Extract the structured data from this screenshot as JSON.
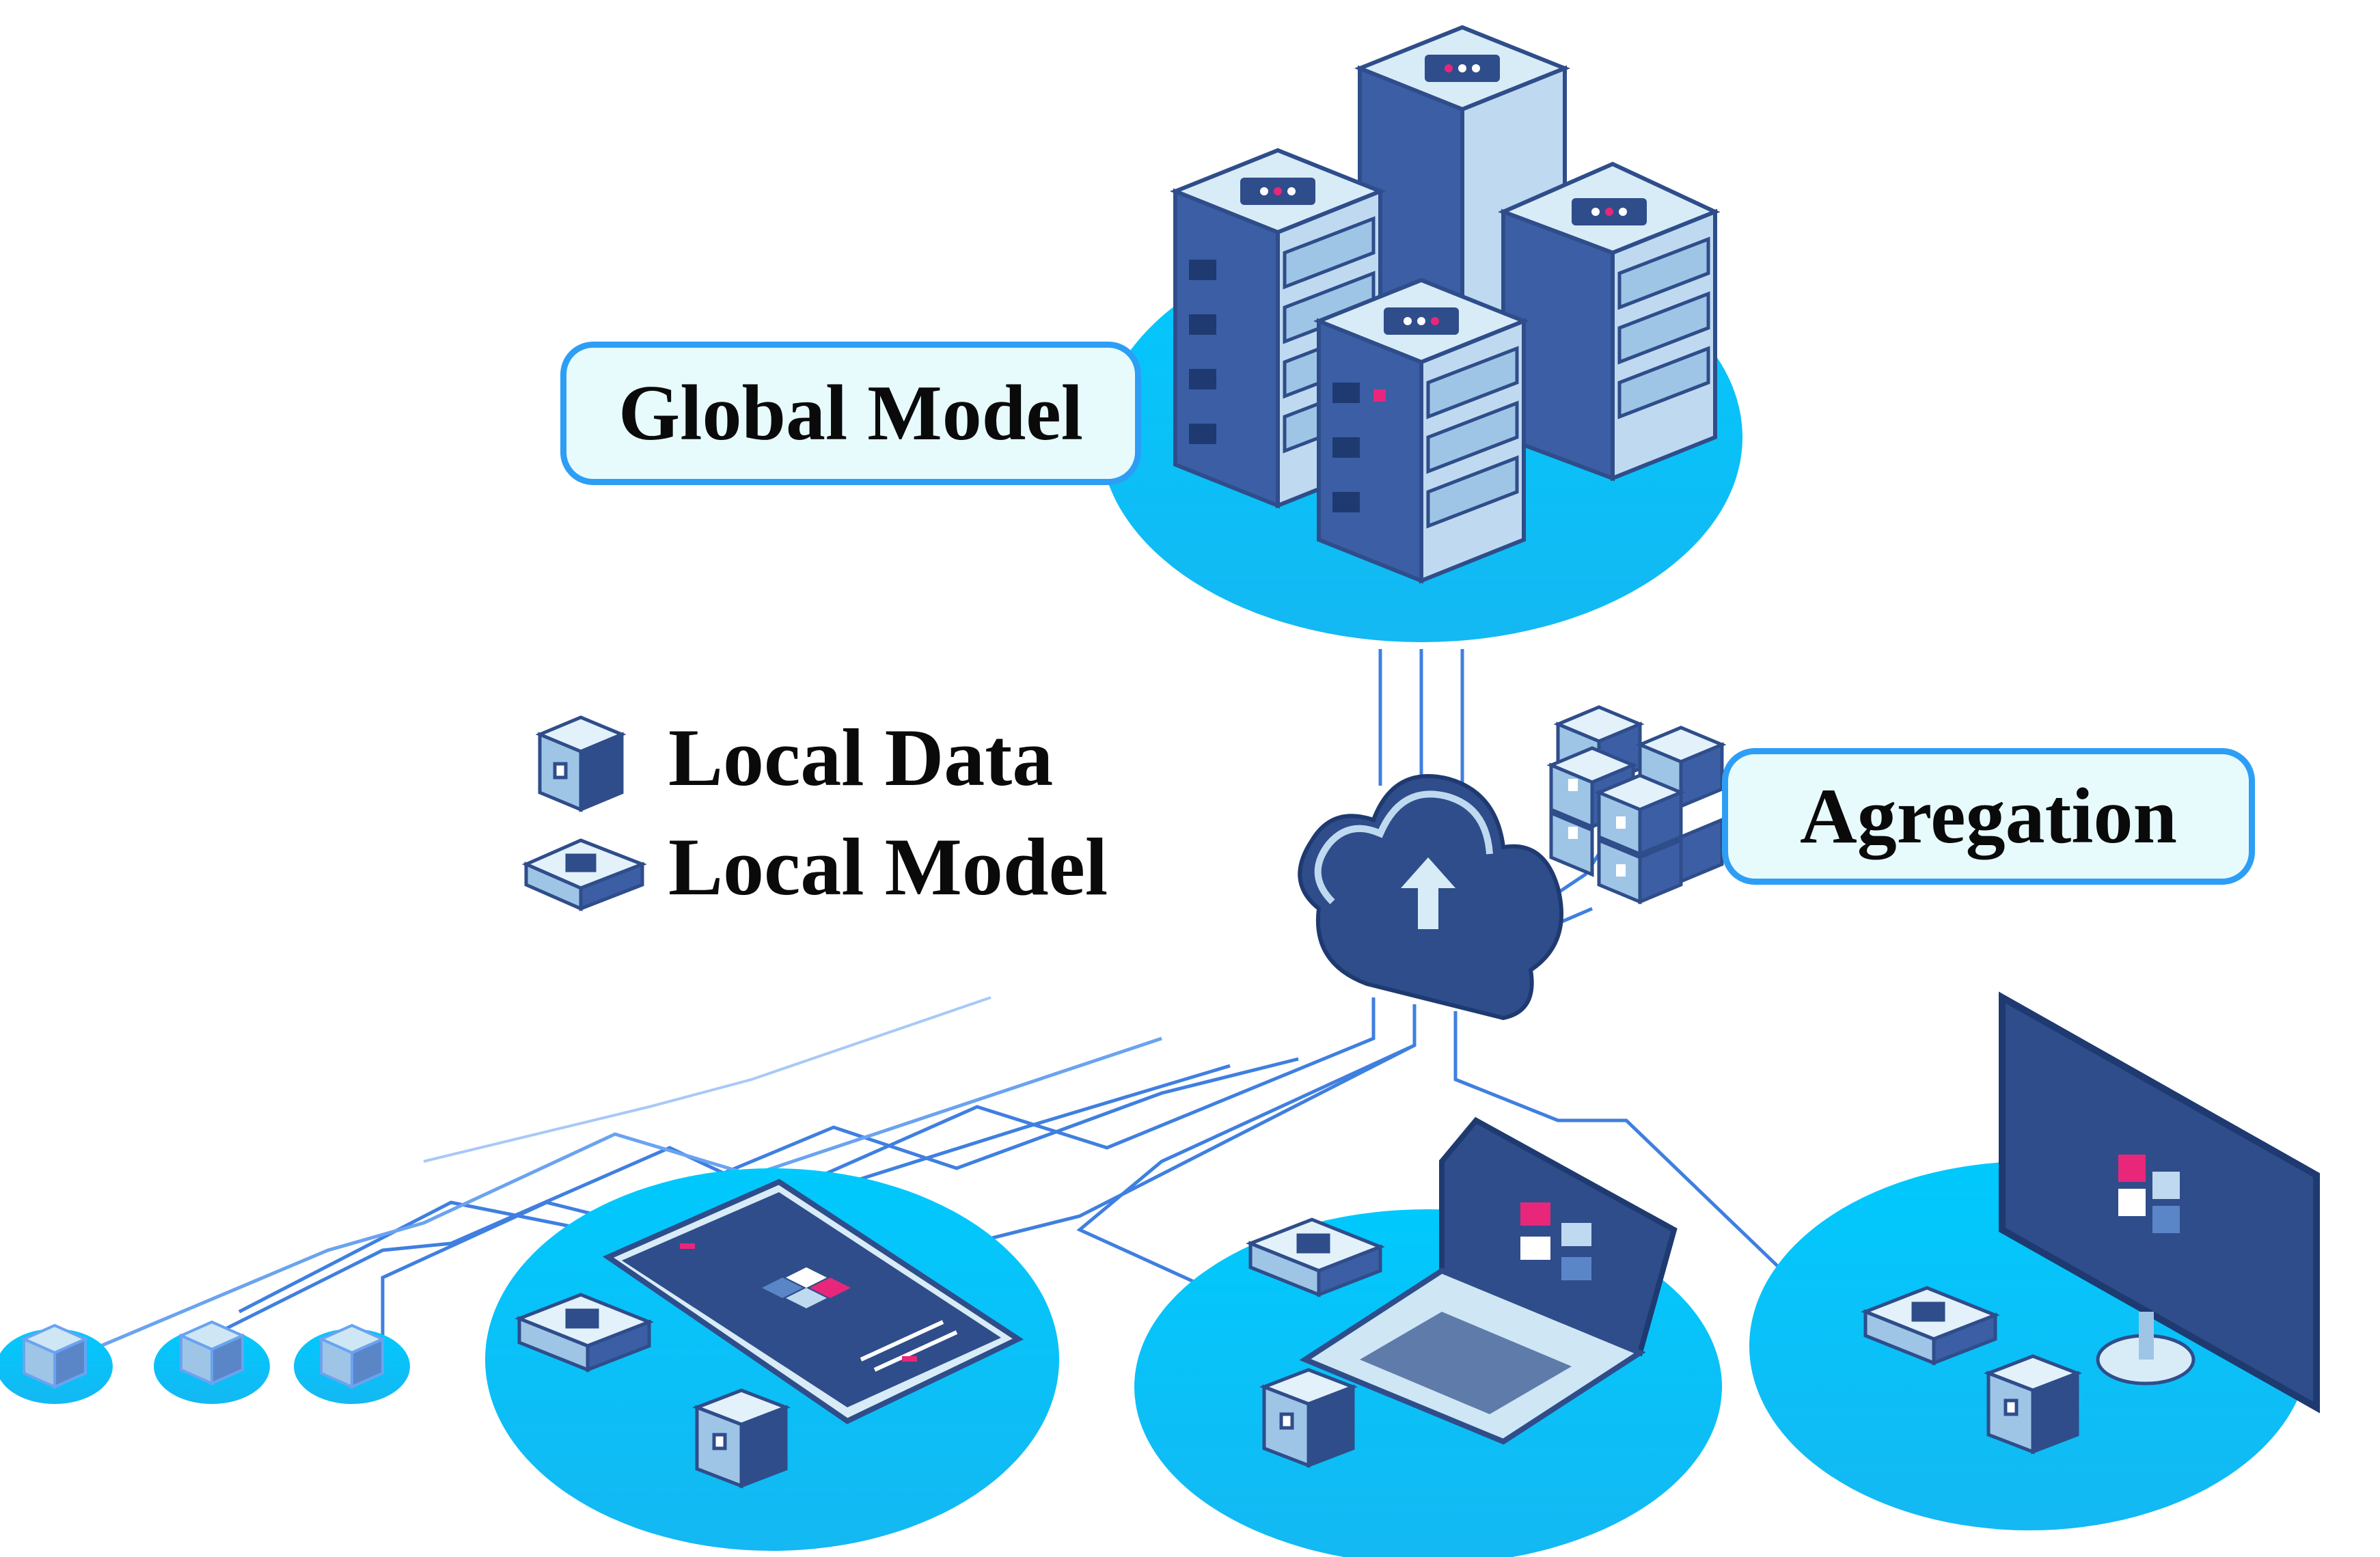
{
  "labels": {
    "global_model": "Global Model",
    "aggregation": "Agregation"
  },
  "legend": {
    "local_data": "Local Data",
    "local_model": "Local Model"
  },
  "colors": {
    "platform": "#00c6fb",
    "server_dark": "#2f4d8a",
    "server_light": "#cfe6f5",
    "accent_pink": "#e8277a",
    "label_border": "#2d9ef5",
    "label_fill": "#e7fbfd",
    "line": "#3f7fe0"
  }
}
